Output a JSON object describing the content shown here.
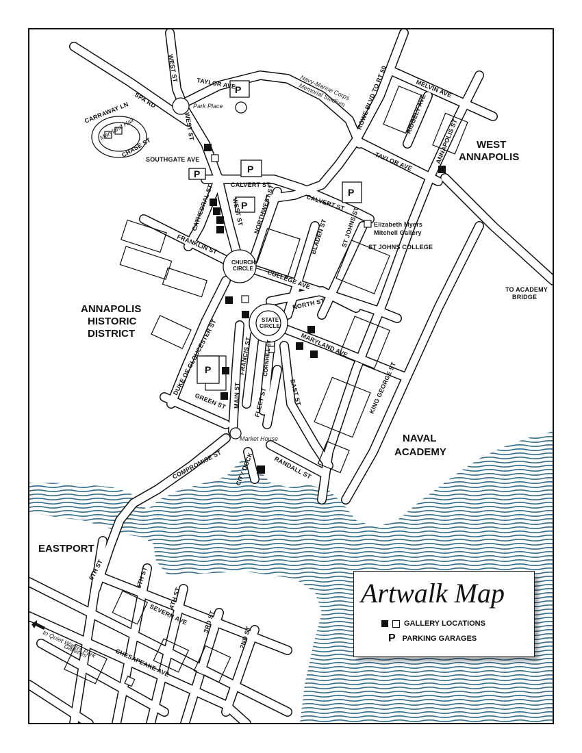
{
  "legend": {
    "title": "Artwalk Map",
    "gallery_label": "GALLERY LOCATIONS",
    "parking_label": "PARKING GARAGES",
    "parking_symbol": "P"
  },
  "areas": {
    "west_annapolis_1": "WEST",
    "west_annapolis_2": "ANNAPOLIS",
    "historic_1": "ANNAPOLIS",
    "historic_2": "HISTORIC",
    "historic_3": "DISTRICT",
    "naval_1": "NAVAL",
    "naval_2": "ACADEMY",
    "eastport": "EASTPORT",
    "st_johns_college": "ST JOHNS COLLEGE",
    "academy_bridge_1": "TO ACADEMY",
    "academy_bridge_2": "BRIDGE"
  },
  "landmarks": {
    "stadium_1": "Navy-Marine Corps",
    "stadium_2": "Memorial Stadium",
    "maryland_hall": "Maryland Hall",
    "park_place": "Park Place",
    "market_house": "Market House",
    "church_circle_1": "CHURCH",
    "church_circle_2": "CIRCLE",
    "state_circle_1": "STATE",
    "state_circle_2": "CIRCLE",
    "gallery_1": "Elizabeth Myers",
    "gallery_2": "Mitchell Gallery",
    "quiet_waters_1": "to Quiet Waters Park",
    "quiet_waters_2": "Galleries"
  },
  "streets": {
    "west_st_top": "WEST ST",
    "west_st_mid": "WEST ST",
    "west_st_low": "WEST ST",
    "taylor_ave_top": "TAYLOR AVE",
    "taylor_ave_right": "TAYLOR AVE",
    "spa_rd": "SPA RD",
    "carraway_ln": "CARRAWAY LN",
    "chase_st": "CHASE ST",
    "southgate_ave": "SOUTHGATE AVE",
    "rowe_blvd": "ROWE BLVD TO RT 50",
    "melvin_ave": "MELVIN AVE",
    "ridgely_ave": "RIDGELY AVE",
    "annapolis_st": "ANNAPOLIS ST",
    "calvert_st_1": "CALVERT ST",
    "calvert_st_2": "CALVERT ST",
    "cathedral_st": "CATHEDRAL ST",
    "northwest_st": "NORTHWEST ST",
    "bladen_st": "BLADEN ST",
    "st_johns_st": "ST JOHNS ST",
    "franklin_st": "FRANKLIN ST",
    "college_ave": "COLLEGE AVE",
    "north_st": "NORTH ST",
    "maryland_ave": "MARYLAND AVE",
    "duke_of_gloucester": "DUKE OF GLOUCESTER ST",
    "francis_st": "FRANCIS ST",
    "cornhill_st": "CORNHILL ST",
    "east_st": "EAST ST",
    "main_st": "MAIN ST",
    "fleet_st": "FLEET ST",
    "green_st": "GREEN ST",
    "king_george_st": "KING GEORGE ST",
    "compromise_st": "COMPROMISE ST",
    "city_dock": "CITY DOCK",
    "randall_st": "RANDALL ST",
    "sixth_st": "6TH ST",
    "fifth_st": "5TH ST",
    "fourth_st": "4TH ST",
    "third_st": "3RD ST",
    "second_st": "2ND ST",
    "severn_ave": "SEVERN AVE",
    "chesapeake_ave": "CHESAPEAKE AVE"
  },
  "parking": {
    "symbol": "P"
  },
  "colors": {
    "water": "#2b6a8f",
    "ink": "#111111",
    "road_fill": "#ffffff"
  }
}
